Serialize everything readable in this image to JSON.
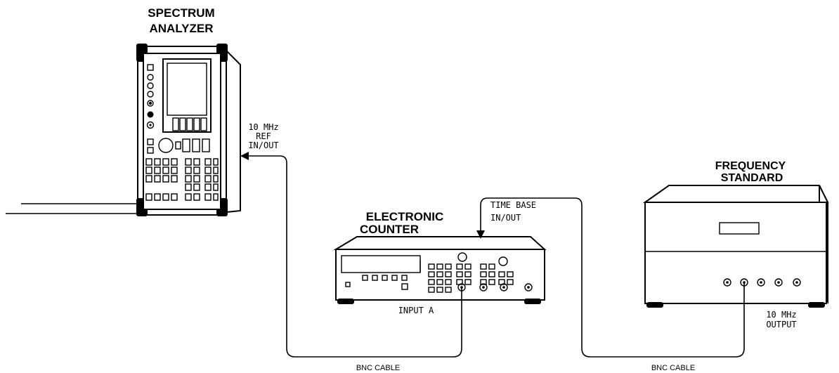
{
  "devices": {
    "spectrum_analyzer": {
      "line1": "SPECTRUM",
      "line2": "ANALYZER",
      "port_line1": "10 MHz",
      "port_line2": "REF",
      "port_line3": "IN/OUT"
    },
    "electronic_counter": {
      "line1": "ELECTRONIC",
      "line2": "COUNTER",
      "port_top_line1": "TIME BASE",
      "port_top_line2": "IN/OUT",
      "port_front": "INPUT A"
    },
    "frequency_standard": {
      "line1": "FREQUENCY",
      "line2": "STANDARD",
      "port_line1": "10 MHz",
      "port_line2": "OUTPUT"
    }
  },
  "cables": {
    "left": "BNC CABLE",
    "right": "BNC CABLE"
  }
}
